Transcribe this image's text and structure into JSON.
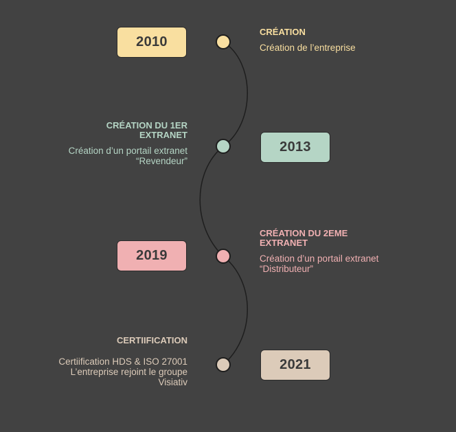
{
  "colors": {
    "background": "#424242",
    "yellow": "#f9dfa0",
    "green": "#b5d5c5",
    "pink": "#f0b0b2",
    "beige": "#dccbb9",
    "line": "#1e1e1e"
  },
  "milestones": [
    {
      "year": "2010",
      "title": "CRÉATION",
      "description": [
        "Création de l’entreprise"
      ]
    },
    {
      "year": "2013",
      "title": "CRÉATION DU 1ER EXTRANET",
      "description": [
        "Création d’un portail extranet",
        "“Revendeur”"
      ]
    },
    {
      "year": "2019",
      "title": "CRÉATION DU 2EME EXTRANET",
      "description": [
        "Création d’un portail extranet",
        "“Distributeur”"
      ]
    },
    {
      "year": "2021",
      "title": "CERTIIFICATION",
      "description": [
        "Certiification HDS & ISO 27001",
        "L’entreprise rejoint le groupe",
        "Visiativ"
      ]
    }
  ]
}
